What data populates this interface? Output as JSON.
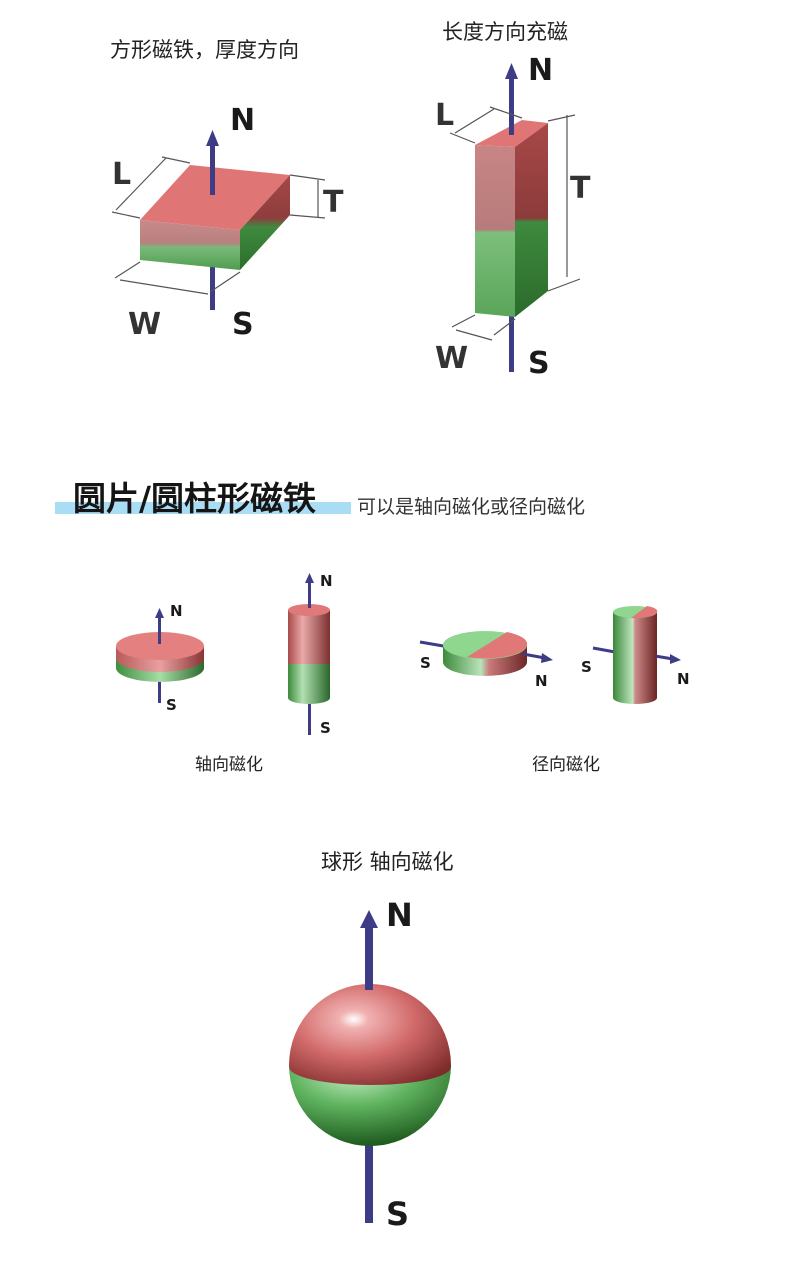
{
  "block_thickness": {
    "caption": "方形磁铁，厚度方向",
    "labels": {
      "length": "L",
      "thickness": "T",
      "width": "W"
    },
    "poles": {
      "north": "N",
      "south": "S"
    }
  },
  "block_length": {
    "caption": "长度方向充磁",
    "labels": {
      "length": "L",
      "thickness": "T",
      "width": "W"
    },
    "poles": {
      "north": "N",
      "south": "S"
    }
  },
  "cylinder_section": {
    "heading": "圆片/圆柱形磁铁",
    "subheading": "可以是轴向磁化或径向磁化",
    "axial": {
      "caption": "轴向磁化",
      "poles": {
        "north": "N",
        "south": "S"
      }
    },
    "radial": {
      "caption": "径向磁化",
      "poles": {
        "north": "N",
        "south": "S"
      }
    }
  },
  "sphere": {
    "caption": "球形 轴向磁化",
    "poles": {
      "north": "N",
      "south": "S"
    }
  },
  "colors": {
    "north": "#e0706f",
    "south": "#6dbd6d",
    "arrow": "#3f3c86",
    "heading_bar": "#a9dcf5"
  }
}
